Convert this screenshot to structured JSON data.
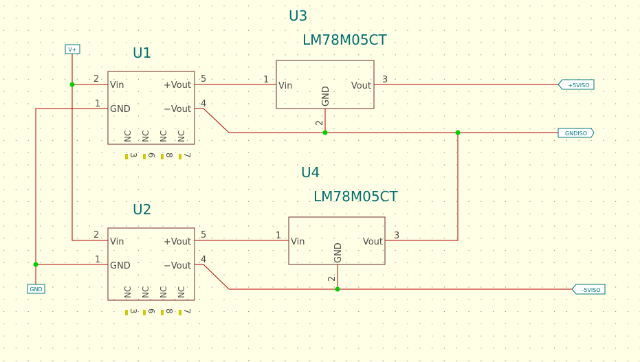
{
  "colors": {
    "background": "#ffffe6",
    "grid_dot": "#9a9a9a",
    "wire": "#b40000",
    "body": "#6e2a2a",
    "pin_text": "#4a4a4a",
    "refdes": "#006e6e",
    "junction": "#00d000",
    "port_fill": "#ffffff",
    "port_stroke": "#007878",
    "nc_marker": "#cccc00"
  },
  "parts": {
    "U1": {
      "refdes": "U1",
      "pins": {
        "p2": "2",
        "vin": "Vin",
        "p1": "1",
        "gnd": "GND",
        "p5": "5",
        "vout_pos": "+Vout",
        "p4": "4",
        "vout_neg": "−Vout",
        "nc": "NC",
        "n3": "3",
        "n6": "6",
        "n8": "8",
        "n7": "7"
      }
    },
    "U2": {
      "refdes": "U2",
      "pins": {
        "p2": "2",
        "vin": "Vin",
        "p1": "1",
        "gnd": "GND",
        "p5": "5",
        "vout_pos": "+Vout",
        "p4": "4",
        "vout_neg": "−Vout",
        "nc": "NC",
        "n3": "3",
        "n6": "6",
        "n8": "8",
        "n7": "7"
      }
    },
    "U3": {
      "refdes": "U3",
      "value": "LM78M05CT",
      "pins": {
        "p1": "1",
        "vin": "Vin",
        "p2": "2",
        "gnd": "GND",
        "p3": "3",
        "vout": "Vout"
      }
    },
    "U4": {
      "refdes": "U4",
      "value": "LM78M05CT",
      "pins": {
        "p1": "1",
        "vin": "Vin",
        "p2": "2",
        "gnd": "GND",
        "p3": "3",
        "vout": "Vout"
      }
    }
  },
  "ports": {
    "vplus": "V+",
    "gnd": "GND",
    "plus5viso": "+5VISO",
    "gndiso": "GNDISO",
    "minus5viso": "-5VISO"
  }
}
